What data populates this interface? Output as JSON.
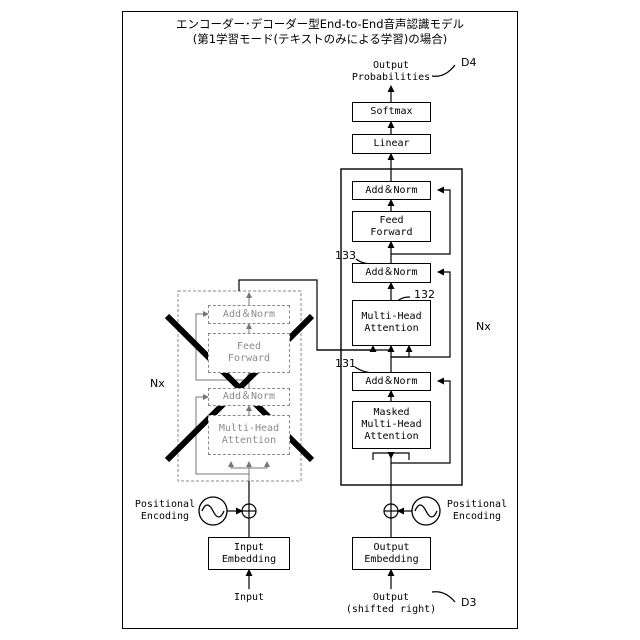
{
  "title": {
    "line1": "エンコーダー･デコーダー型End-to-End音声認識モデル",
    "line2": "(第1学習モード(テキストのみによる学習)の場合)"
  },
  "encoder": {
    "add_norm_top": "Add＆Norm",
    "feed_forward": "Feed\nForward",
    "add_norm_bottom": "Add＆Norm",
    "multi_head_attention": "Multi-Head\nAttention",
    "nx": "Nx",
    "positional_encoding": "Positional\nEncoding",
    "input_embedding": "Input\nEmbedding",
    "input": "Input"
  },
  "decoder": {
    "output_probabilities": "Output\nProbabilities",
    "softmax": "Softmax",
    "linear": "Linear",
    "add_norm_top": "Add＆Norm",
    "feed_forward": "Feed\nForward",
    "add_norm_middle": "Add＆Norm",
    "multi_head_attention": "Multi-Head\nAttention",
    "add_norm_bottom": "Add＆Norm",
    "masked_multi_head_attention": "Masked\nMulti-Head\nAttention",
    "nx": "Nx",
    "positional_encoding": "Positional\nEncoding",
    "output_embedding": "Output\nEmbedding",
    "output": "Output\n(shifted right)"
  },
  "refs": {
    "d3": "D3",
    "d4": "D4",
    "r131": "131",
    "r132": "132",
    "r133": "133"
  }
}
